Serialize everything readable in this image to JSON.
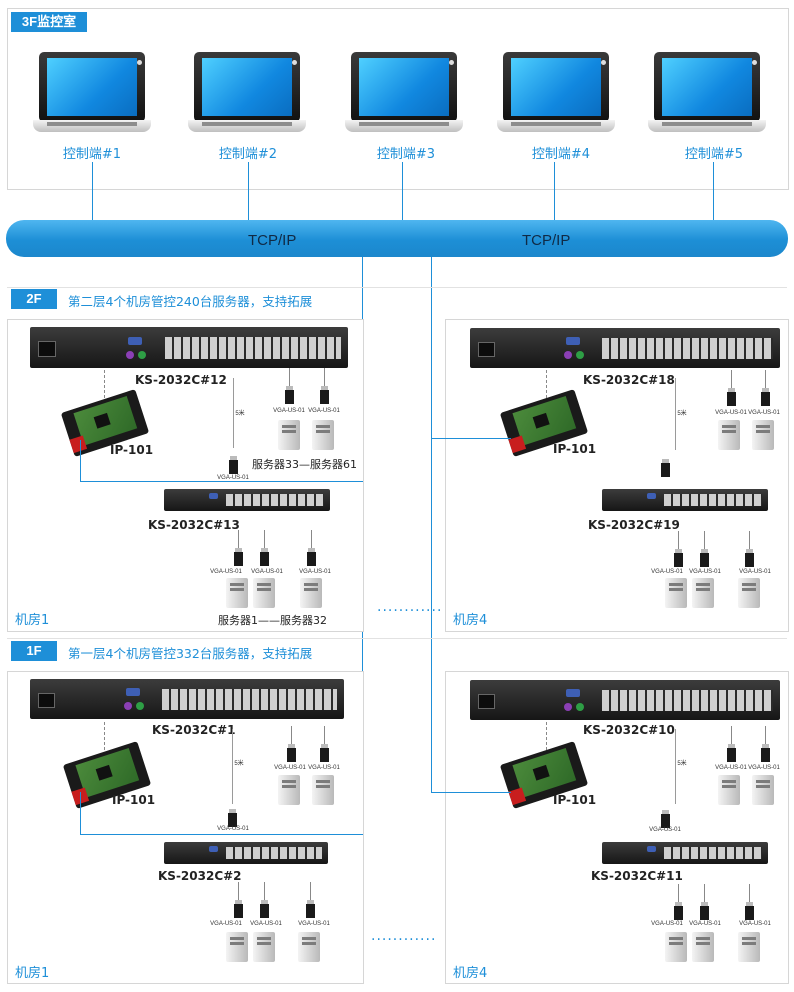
{
  "header": {
    "tag": "3F监控室"
  },
  "consoles": [
    "控制端#1",
    "控制端#2",
    "控制端#3",
    "控制端#4",
    "控制端#5"
  ],
  "network": {
    "left_label": "TCP/IP",
    "right_label": "TCP/IP"
  },
  "floor2": {
    "tag": "2F",
    "title": "第二层4个机房管控240台服务器，支持拓展"
  },
  "floor1": {
    "tag": "1F",
    "title": "第一层4个机房管控332台服务器，支持拓展"
  },
  "rooms": {
    "r2a": {
      "name": "机房1",
      "kvm_top": "KS-2032C#12",
      "kvm_bottom": "KS-2032C#13",
      "ip": "IP-101",
      "servers_top": "服务器33—服务器61",
      "servers_bottom": "服务器1——服务器32"
    },
    "r2b": {
      "name": "机房4",
      "kvm_top": "KS-2032C#18",
      "kvm_bottom": "KS-2032C#19",
      "ip": "IP-101"
    },
    "r1a": {
      "name": "机房1",
      "kvm_top": "KS-2032C#1",
      "kvm_bottom": "KS-2032C#2",
      "ip": "IP-101"
    },
    "r1b": {
      "name": "机房4",
      "kvm_top": "KS-2032C#10",
      "kvm_bottom": "KS-2032C#11",
      "ip": "IP-101"
    }
  },
  "adapter_label": "VGA-US-01",
  "cable_label": "5米",
  "ellipsis": "............",
  "colors": {
    "accent": "#1e8fd8",
    "bar": "#1d8fd6",
    "device": "#1a1a1a"
  }
}
